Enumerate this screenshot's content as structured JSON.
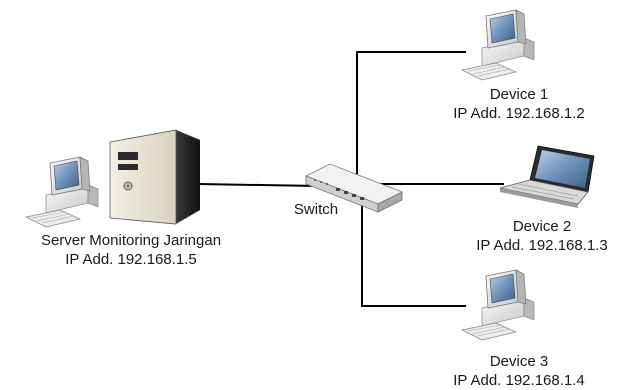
{
  "server": {
    "name": "Server Monitoring Jaringan",
    "ip": "IP Add. 192.168.1.5",
    "icons": [
      "desktop-computer-icon",
      "server-tower-icon"
    ]
  },
  "switch": {
    "label": "Switch",
    "icon": "network-switch-icon"
  },
  "devices": [
    {
      "name": "Device 1",
      "ip": "IP Add. 192.168.1.2",
      "icon": "desktop-computer-icon"
    },
    {
      "name": "Device 2",
      "ip": "IP Add. 192.168.1.3",
      "icon": "laptop-icon"
    },
    {
      "name": "Device 3",
      "ip": "IP Add. 192.168.1.4",
      "icon": "desktop-computer-icon"
    }
  ],
  "colors": {
    "line": "#000000",
    "case": "#e8e8e8",
    "screen": "#5a7fa6"
  }
}
